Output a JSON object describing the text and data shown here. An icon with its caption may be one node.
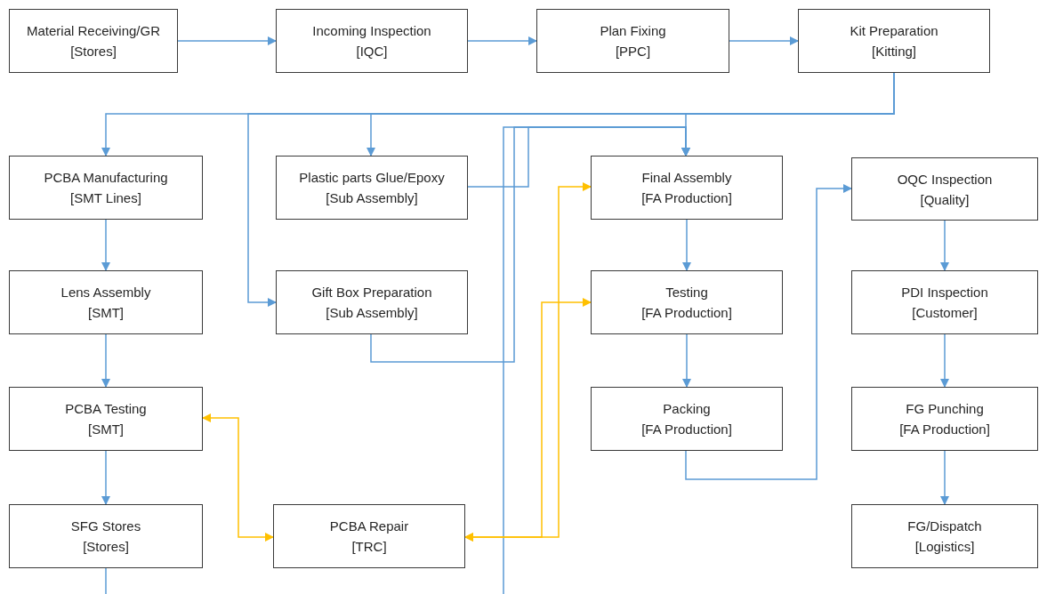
{
  "diagram": {
    "nodes": [
      {
        "text": [
          "Material Receiving/GR",
          "[Stores]"
        ]
      },
      {
        "text": [
          "Incoming Inspection",
          "[IQC]"
        ]
      },
      {
        "text": [
          "Plan Fixing",
          "[PPC]"
        ]
      },
      {
        "text": [
          "Kit Preparation",
          "[Kitting]"
        ]
      },
      {
        "text": [
          "PCBA Manufacturing",
          "[SMT Lines]"
        ]
      },
      {
        "text": [
          "Plastic parts Glue/Epoxy",
          "[Sub Assembly]"
        ]
      },
      {
        "text": [
          "Final Assembly",
          "[FA Production]"
        ]
      },
      {
        "text": [
          "OQC Inspection",
          "[Quality]"
        ]
      },
      {
        "text": [
          "Lens Assembly",
          "[SMT]"
        ]
      },
      {
        "text": [
          "Gift Box Preparation",
          "[Sub Assembly]"
        ]
      },
      {
        "text": [
          "Testing",
          "[FA Production]"
        ]
      },
      {
        "text": [
          "PDI Inspection",
          "[Customer]"
        ]
      },
      {
        "text": [
          "PCBA Testing",
          "[SMT]"
        ]
      },
      {
        "text": [
          "Packing",
          "[FA Production]"
        ]
      },
      {
        "text": [
          "FG Punching",
          "[FA Production]"
        ]
      },
      {
        "text": [
          "SFG Stores",
          "[Stores]"
        ]
      },
      {
        "text": [
          "PCBA Repair",
          "[TRC]"
        ]
      },
      {
        "text": [
          "FG/Dispatch",
          "[Logistics]"
        ]
      }
    ],
    "edges": [
      {
        "from": 0,
        "to": 1,
        "arrow": "to"
      },
      {
        "from": 1,
        "to": 2,
        "arrow": "to"
      },
      {
        "from": 2,
        "to": 3,
        "arrow": "to"
      },
      {
        "from": 3,
        "to": 4,
        "arrow": "to"
      },
      {
        "from": 3,
        "to": 5,
        "arrow": "to"
      },
      {
        "from": 3,
        "to": 6,
        "arrow": "to"
      },
      {
        "from": 3,
        "to": 9,
        "arrow": "to"
      },
      {
        "from": 5,
        "to": 6,
        "arrow": "to"
      },
      {
        "from": 9,
        "to": 6,
        "arrow": "to"
      },
      {
        "from": null,
        "to": 6,
        "arrow": "to"
      },
      {
        "from": 6,
        "to": 10,
        "arrow": "to"
      },
      {
        "from": 10,
        "to": 13,
        "arrow": "to"
      },
      {
        "from": 13,
        "to": 7,
        "arrow": "to"
      },
      {
        "from": 7,
        "to": 11,
        "arrow": "to"
      },
      {
        "from": 11,
        "to": 14,
        "arrow": "to"
      },
      {
        "from": 14,
        "to": 17,
        "arrow": "to"
      },
      {
        "from": 4,
        "to": 8,
        "arrow": "to"
      },
      {
        "from": 8,
        "to": 12,
        "arrow": "to"
      },
      {
        "from": 12,
        "to": 15,
        "arrow": "to"
      },
      {
        "from": 15,
        "to": null,
        "arrow": "none"
      },
      {
        "from": 12,
        "to": 16,
        "arrow": "both",
        "color": "#ffc000"
      },
      {
        "from": 6,
        "to": 16,
        "arrow": "both",
        "color": "#ffc000"
      },
      {
        "from": 10,
        "to": 16,
        "arrow": "both",
        "color": "#ffc000"
      }
    ]
  }
}
